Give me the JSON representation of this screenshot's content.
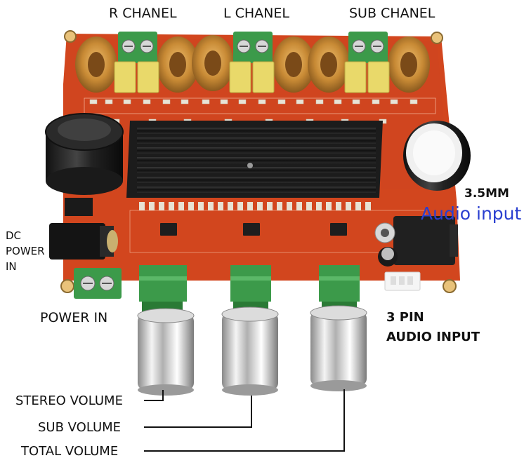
{
  "labels": {
    "r_channel": "R CHANEL",
    "l_channel": "L CHANEL",
    "sub_channel": "SUB CHANEL",
    "audio_35mm_title": "3.5MM",
    "audio_35mm_subtitle": "Audio input",
    "dc_power_in": [
      "DC",
      "POWER",
      "IN"
    ],
    "power_in": "POWER IN",
    "pin_input_line1": "3 PIN",
    "pin_input_line2": "AUDIO INPUT",
    "stereo_volume": "STEREO VOLUME",
    "sub_volume": "SUB VOLUME",
    "total_volume": "TOTAL VOLUME"
  },
  "colors": {
    "pcb": "#d2461e",
    "pcb_dark": "#b5391a",
    "terminal_green": "#3c9a4a",
    "capacitor_yellow": "#e9d96a",
    "heatsink": "#1c1c1c",
    "audio_input_text": "#2a3fd0"
  }
}
